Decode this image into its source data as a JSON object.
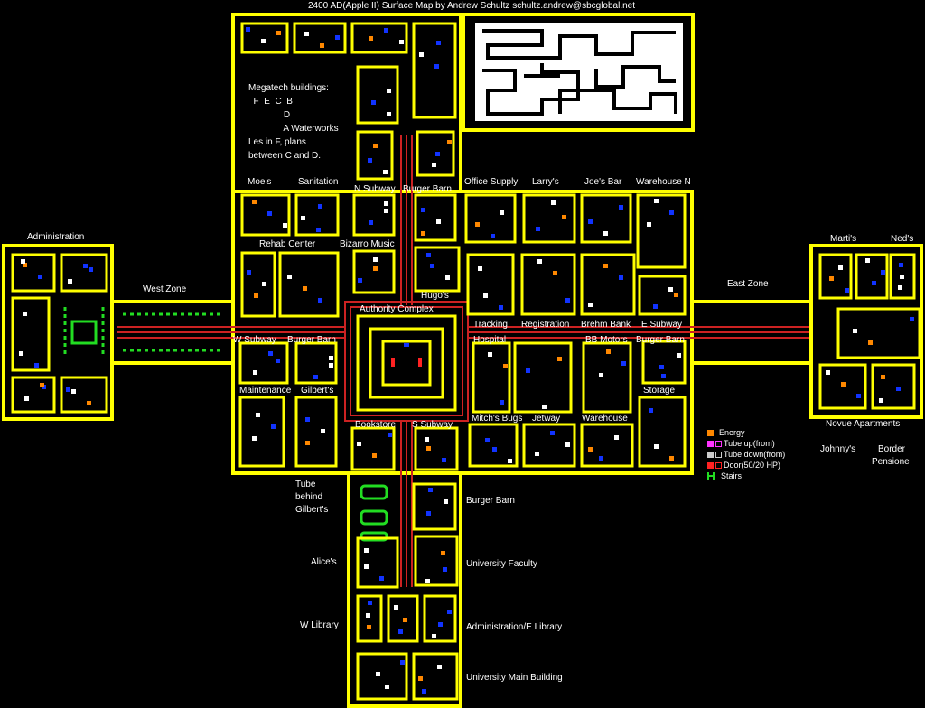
{
  "title": "2400 AD(Apple II) Surface Map by Andrew Schultz schultz.andrew@sbcglobal.net",
  "megatech": {
    "lines": [
      "Megatech buildings:",
      "  F  E  C  B",
      "              D",
      "              A Waterworks",
      "Les in F, plans",
      "between C and D."
    ]
  },
  "labels": {
    "moes": "Moe's",
    "sanitation": "Sanitation",
    "n_subway": "N Subway",
    "burger_barn_n": "Burger Barn",
    "office_supply": "Office Supply",
    "larrys": "Larry's",
    "joes_bar": "Joe's Bar",
    "warehouse_n": "Warehouse N",
    "administration": "Administration",
    "rehab_center": "Rehab Center",
    "bizarro_music": "Bizarro Music",
    "hugos": "Hugo's",
    "west_zone": "West Zone",
    "east_zone": "East Zone",
    "martis": "Marti's",
    "neds": "Ned's",
    "authority_complex": "Authority Complex",
    "tracking": "Tracking",
    "registration": "Registration",
    "brehm_bank": "Brehm Bank",
    "e_subway": "E Subway",
    "w_subway": "W Subway",
    "burger_barn_w": "Burger Barn",
    "hospital": "Hospital",
    "bb_motors": "BB Motors",
    "burger_barn_e": "Burger Barn",
    "maintenance": "Maintenance",
    "gilberts": "Gilbert's",
    "storage": "Storage",
    "bookstore": "Bookstore",
    "s_subway": "S Subway",
    "mitchs_bugs": "Mitch's Bugs",
    "jetway": "Jetway",
    "warehouse_s": "Warehouse",
    "novue_apartments": "Novue Apartments",
    "johnnys": "Johnny's",
    "border": "Border",
    "pensione": "Pensione",
    "tube_behind": [
      "Tube",
      "behind",
      "Gilbert's"
    ],
    "burger_barn_s": "Burger Barn",
    "alices": "Alice's",
    "university_faculty": "University Faculty",
    "w_library": "W Library",
    "admin_e_library": "Administration/E Library",
    "university_main": "University Main Building"
  },
  "legend": {
    "items": [
      {
        "label": "Energy",
        "color": "#ff8800",
        "style": "filled"
      },
      {
        "label": "Tube up(from)",
        "color": "#ff33ff",
        "style": "filled+hollow"
      },
      {
        "label": "Tube down(from)",
        "color": "#cccccc",
        "style": "filled+hollow"
      },
      {
        "label": "Door(50/20 HP)",
        "color": "#ff2222",
        "style": "filled+hollow"
      },
      {
        "label": "Stairs",
        "color": "#22dd22",
        "style": "stairs"
      }
    ]
  },
  "colors": {
    "wall": "#ffff00",
    "road": "#cc2222",
    "floor": "#000000",
    "door_blue": "#1133ff",
    "tube_green": "#22dd22",
    "energy": "#ff8800",
    "maze": "#ffffff"
  }
}
